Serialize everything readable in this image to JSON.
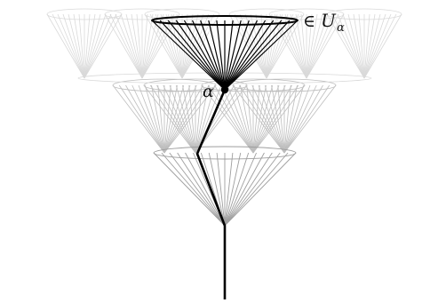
{
  "diagram": {
    "node_label": "α",
    "set_symbol": "∈",
    "set_letter": "U",
    "set_subscript": "α"
  },
  "colors": {
    "background": "#ffffff",
    "highlight": "#000000",
    "layer1_fan": "#9e9e9e",
    "layer2_fan": "#bdbdbd",
    "layer3_fan": "#d9d9d9"
  }
}
